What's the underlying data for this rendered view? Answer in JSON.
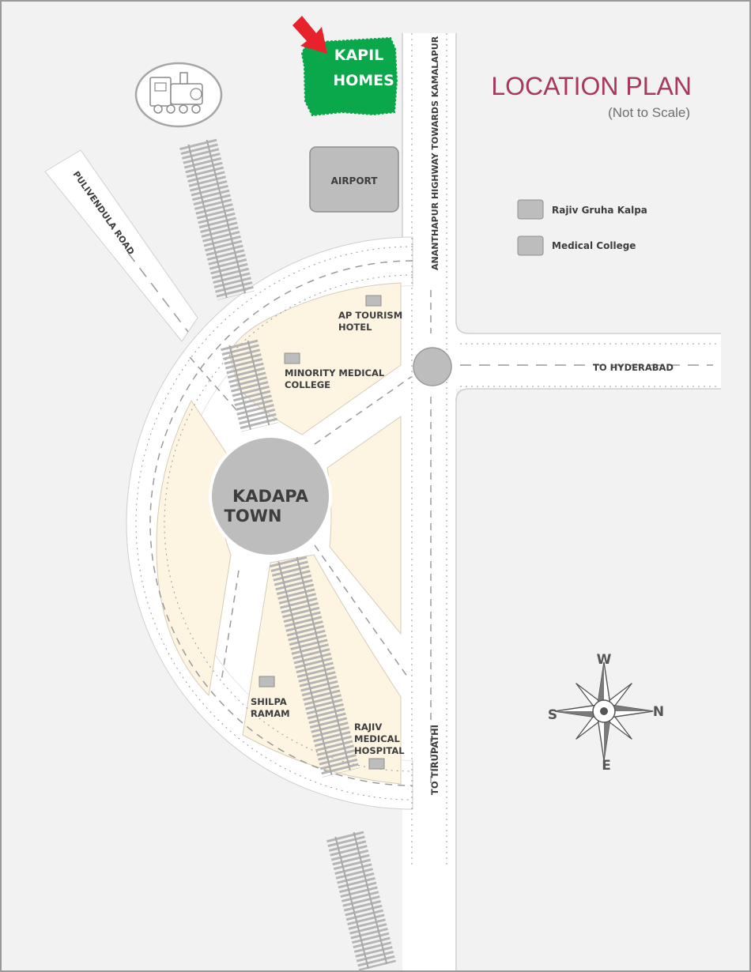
{
  "title": "LOCATION PLAN",
  "subtitle": "(Not to Scale)",
  "colors": {
    "background": "#f2f2f2",
    "road": "#ffffff",
    "zone": "#fdf4e2",
    "building": "#bdbdbd",
    "highlight": "#0aa84a",
    "title": "#a8385e",
    "arrow": "#e8222a"
  },
  "legend": [
    {
      "label": "Rajiv Gruha Kalpa",
      "icon": "grey-square-icon"
    },
    {
      "label": "Medical College",
      "icon": "grey-square-icon"
    }
  ],
  "highlight": {
    "line1": "KAPIL",
    "line2": "HOMES"
  },
  "center": {
    "line1": "KADAPA",
    "line2": "TOWN"
  },
  "airport": "AIRPORT",
  "roads": {
    "pulivendula": "PULIVENDULA ROAD",
    "highway": "ANANTHAPUR HIGHWAY TOWARDS KAMALAPUR",
    "hyderabad": "TO HYDERABAD",
    "tirupathi": "TO TIRUPATHI"
  },
  "landmarks": {
    "ap_tourism": {
      "line1": "AP TOURISM",
      "line2": "HOTEL"
    },
    "minority": {
      "line1": "MINORITY MEDICAL",
      "line2": "COLLEGE"
    },
    "shilpa": {
      "line1": "SHILPA",
      "line2": "RAMAM"
    },
    "rajiv_hospital": {
      "line1": "RAJIV",
      "line2": "MEDICAL",
      "line3": "HOSPITAL"
    }
  },
  "compass": {
    "top": "W",
    "left": "S",
    "right": "N",
    "bottom": "E"
  }
}
